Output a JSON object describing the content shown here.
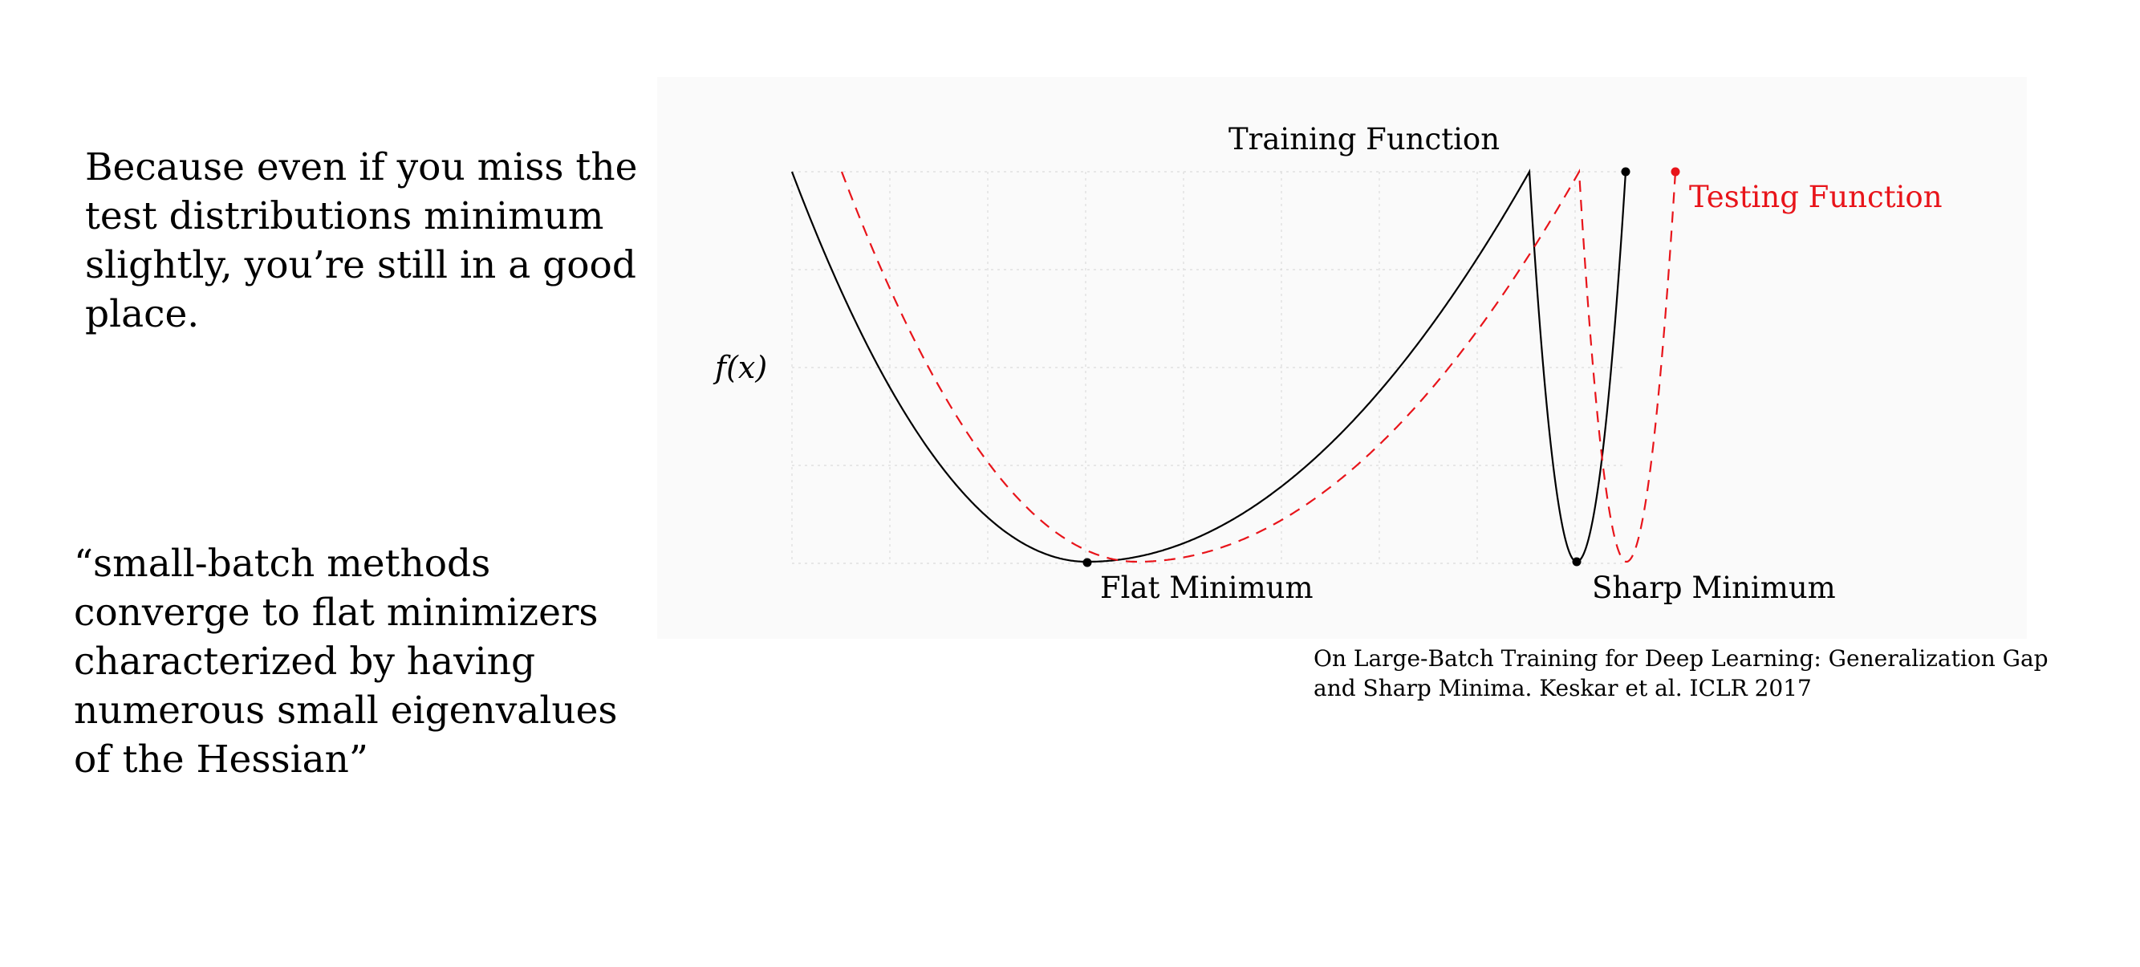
{
  "notes": {
    "top": [
      "Because even if you miss the",
      "test distributions minimum",
      "slightly, you’re still in a good",
      "place."
    ],
    "bottom": [
      "“small-batch methods",
      "converge to flat minimizers",
      "characterized by having",
      "numerous small eigenvalues",
      "of the Hessian”"
    ]
  },
  "figure": {
    "y_axis_label": "f(x)",
    "training_label": "Training Function",
    "testing_label": "Testing Function",
    "flat_minimum_label": "Flat Minimum",
    "sharp_minimum_label": "Sharp Minimum",
    "colors": {
      "training": "#000000",
      "testing": "#e8141a",
      "background": "#fafafa",
      "grid": "#dcdcdc"
    },
    "grid": true,
    "line_styles": {
      "training": "solid",
      "testing": "dashed"
    }
  },
  "citation": [
    "On Large-Batch Training for Deep Learning: Generalization Gap",
    "and Sharp Minima. Keskar et al. ICLR 2017"
  ]
}
